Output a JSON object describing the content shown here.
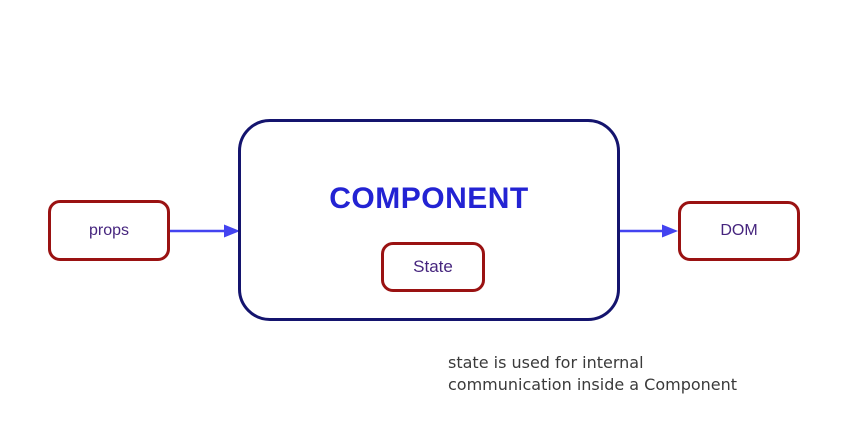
{
  "diagram": {
    "component_label": "COMPONENT",
    "props_label": "props",
    "state_label": "State",
    "dom_label": "DOM",
    "caption": {
      "line1": "state is used for internal",
      "line2": "communication inside a Component"
    },
    "colors": {
      "component_border": "#14146e",
      "small_box_border": "#9a1212",
      "component_title_text": "#2323d3",
      "small_label_text": "#46257e",
      "arrow": "#4343f0",
      "caption_text": "#3a3a3a",
      "background": "#ffffff"
    }
  }
}
